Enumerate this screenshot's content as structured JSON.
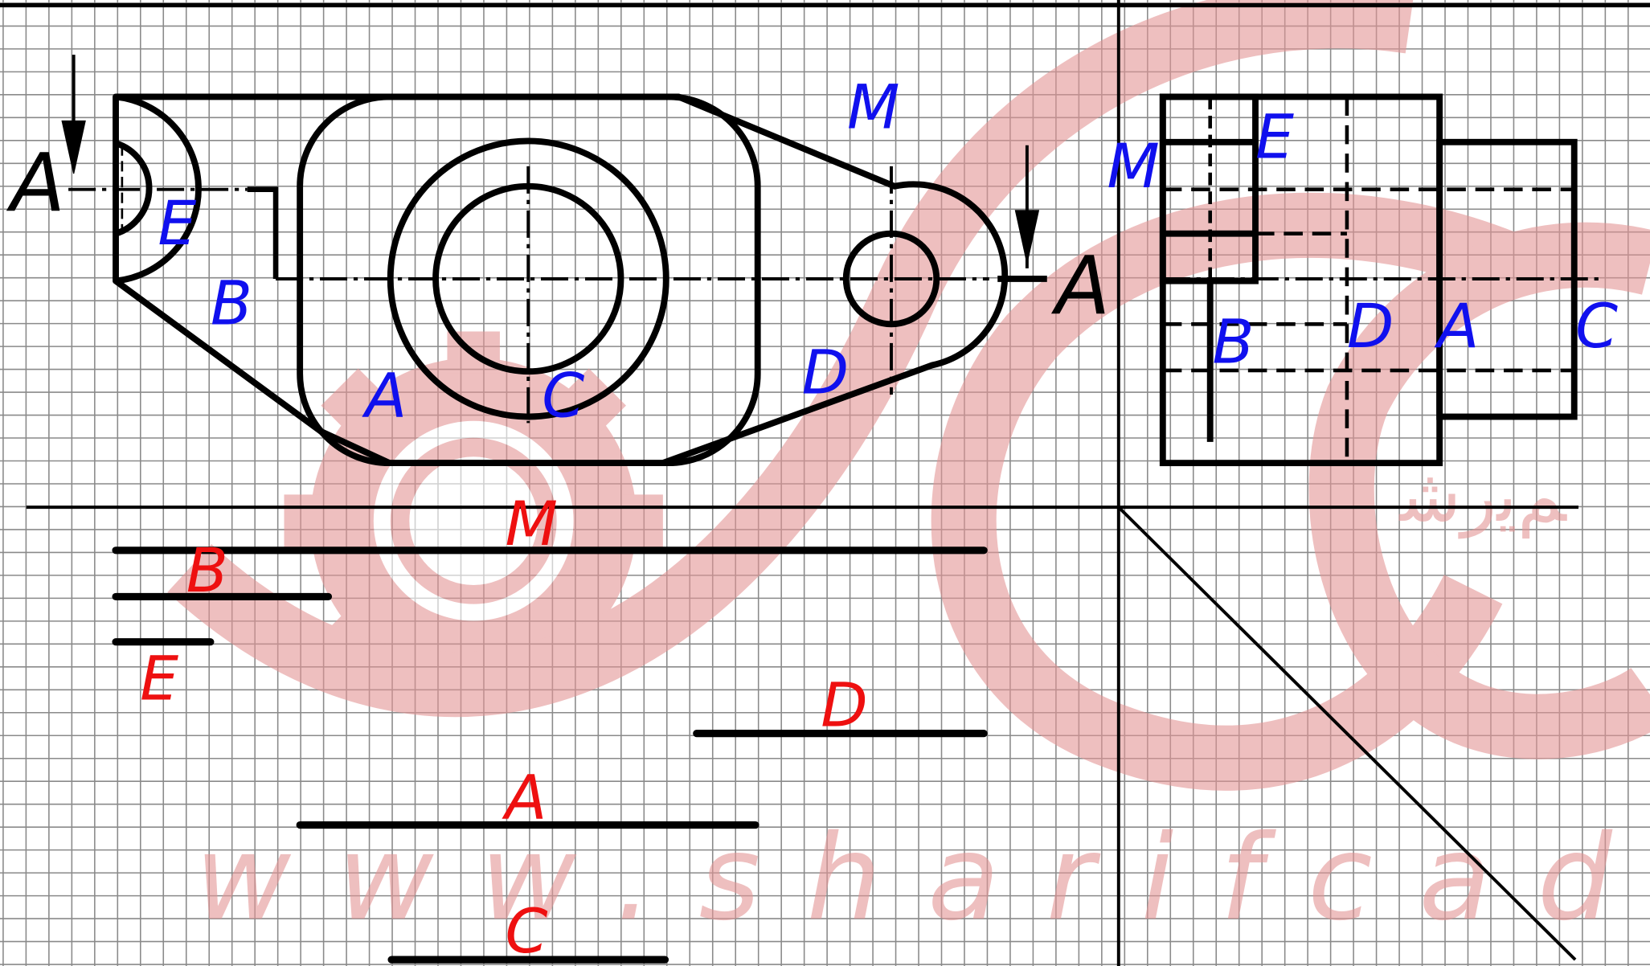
{
  "colors": {
    "paper": "#ffffff",
    "grid": "#8a8a8a",
    "line": "#000000",
    "label_view": "#1010ee",
    "label_answer": "#ee1010",
    "label_section": "#000000",
    "watermark": "#e39595"
  },
  "section_labels": {
    "left": "A",
    "right": "A"
  },
  "front_view_labels": {
    "m": "M",
    "e": "E",
    "b": "B",
    "a": "A",
    "c": "C",
    "d": "D"
  },
  "side_view_labels": {
    "m": "M",
    "e": "E",
    "b": "B",
    "d": "D",
    "a": "A",
    "c": "C"
  },
  "answer_labels": {
    "m": "M",
    "b": "B",
    "e": "E",
    "d": "D",
    "a": "A",
    "c": "C"
  },
  "watermark": {
    "url_text": "www.sharifcadcam",
    "side_glyphs": "ﻢﯾﺭﺷ"
  },
  "icons": [
    "gear-logo-icon",
    "arrow-down-icon"
  ]
}
